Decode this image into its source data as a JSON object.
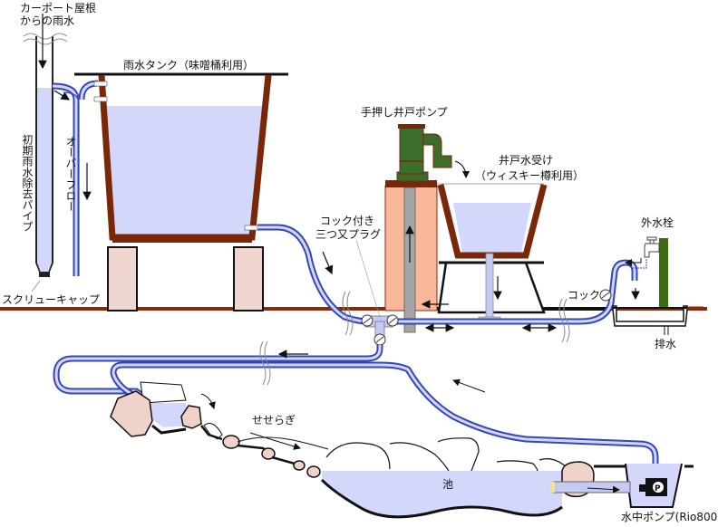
{
  "title": "雨水利用システム図",
  "colors": {
    "water": "#d3d8fb",
    "hose_outer": "#3446b8",
    "hose_inner": "#d3d8fb",
    "wood": "#7a2608",
    "ground": "#8b2a0a",
    "stone": "#efd7cf",
    "rock": "#f0d3c8",
    "pump_green": "#3a6e2a",
    "well_box": "#f9b79a",
    "pipe_gray": "#a5a5a5",
    "faucet_post": "#3b6a10"
  },
  "labels": {
    "carport": [
      "カーポート屋根",
      "からの雨水"
    ],
    "tank": "雨水タンク（味噌桶利用）",
    "first_flush": "初期雨水除去パイプ",
    "overflow": "オーバーフロー",
    "screw_cap": "スクリューキャップ",
    "hand_pump": "手押し井戸ポンプ",
    "well_receiver": [
      "井戸水受け",
      "（ウィスキー樽利用）"
    ],
    "three_way": [
      "コック付き",
      "三つ又プラグ"
    ],
    "outdoor_faucet": "外水栓",
    "cock": "コック",
    "drain": "排水",
    "stream": "せせらぎ",
    "pond": "池",
    "submersible_pump": "水中ポンプ(Rio800)",
    "pump_mark": "P"
  }
}
